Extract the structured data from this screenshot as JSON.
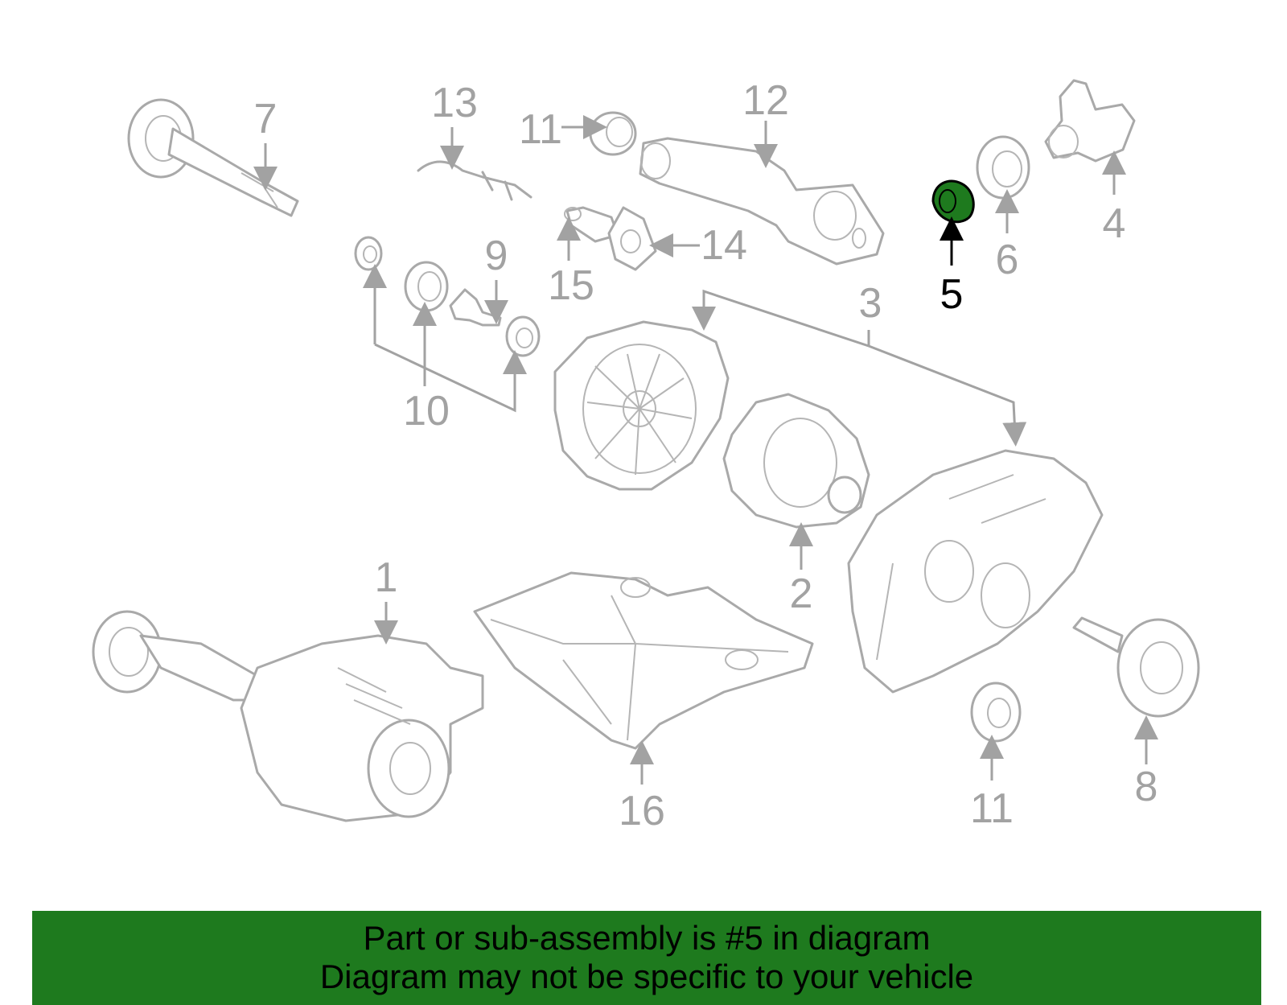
{
  "callouts": {
    "c1": "1",
    "c2": "2",
    "c3": "3",
    "c4": "4",
    "c5": "5",
    "c6": "6",
    "c7": "7",
    "c8": "8",
    "c9": "9",
    "c10": "10",
    "c11a": "11",
    "c11b": "11",
    "c12": "12",
    "c13": "13",
    "c14": "14",
    "c15": "15",
    "c16": "16"
  },
  "highlight": {
    "part_number": "5",
    "color": "#1e7a1e"
  },
  "footer": {
    "line1": "Part or sub-assembly is #5 in diagram",
    "line2": "Diagram may not be specific to your vehicle"
  },
  "colors": {
    "outline": "#a9a9a9",
    "highlight_text": "#000000",
    "banner": "#1e7a1e"
  }
}
